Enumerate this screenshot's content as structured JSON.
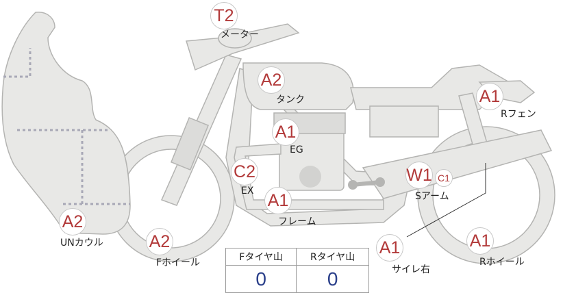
{
  "badges": {
    "meter": "T2",
    "tank": "A2",
    "eg": "A1",
    "ex": "C2",
    "frame": "A1",
    "sarm": "W1",
    "sarm_sub": "C1",
    "rfender": "A1",
    "uncowl": "A2",
    "fwheel": "A2",
    "sairei": "A1",
    "rwheel": "A1"
  },
  "labels": {
    "meter": "メーター",
    "tank": "タンク",
    "eg": "EG",
    "ex": "EX",
    "frame": "フレーム",
    "sarm": "Sアーム",
    "rfender": "Rフェン",
    "uncowl": "UNカウル",
    "fwheel": "Fホイール",
    "sairei": "サイレ右",
    "rwheel": "Rホイール"
  },
  "tire_table": {
    "front_header": "Fタイヤ山",
    "rear_header": "Rタイヤ山",
    "front_value": "0",
    "rear_value": "0"
  },
  "colors": {
    "badge_text": "#b23a3a",
    "value_text": "#2a3f8a",
    "part_fill": "#e8e8e6"
  }
}
